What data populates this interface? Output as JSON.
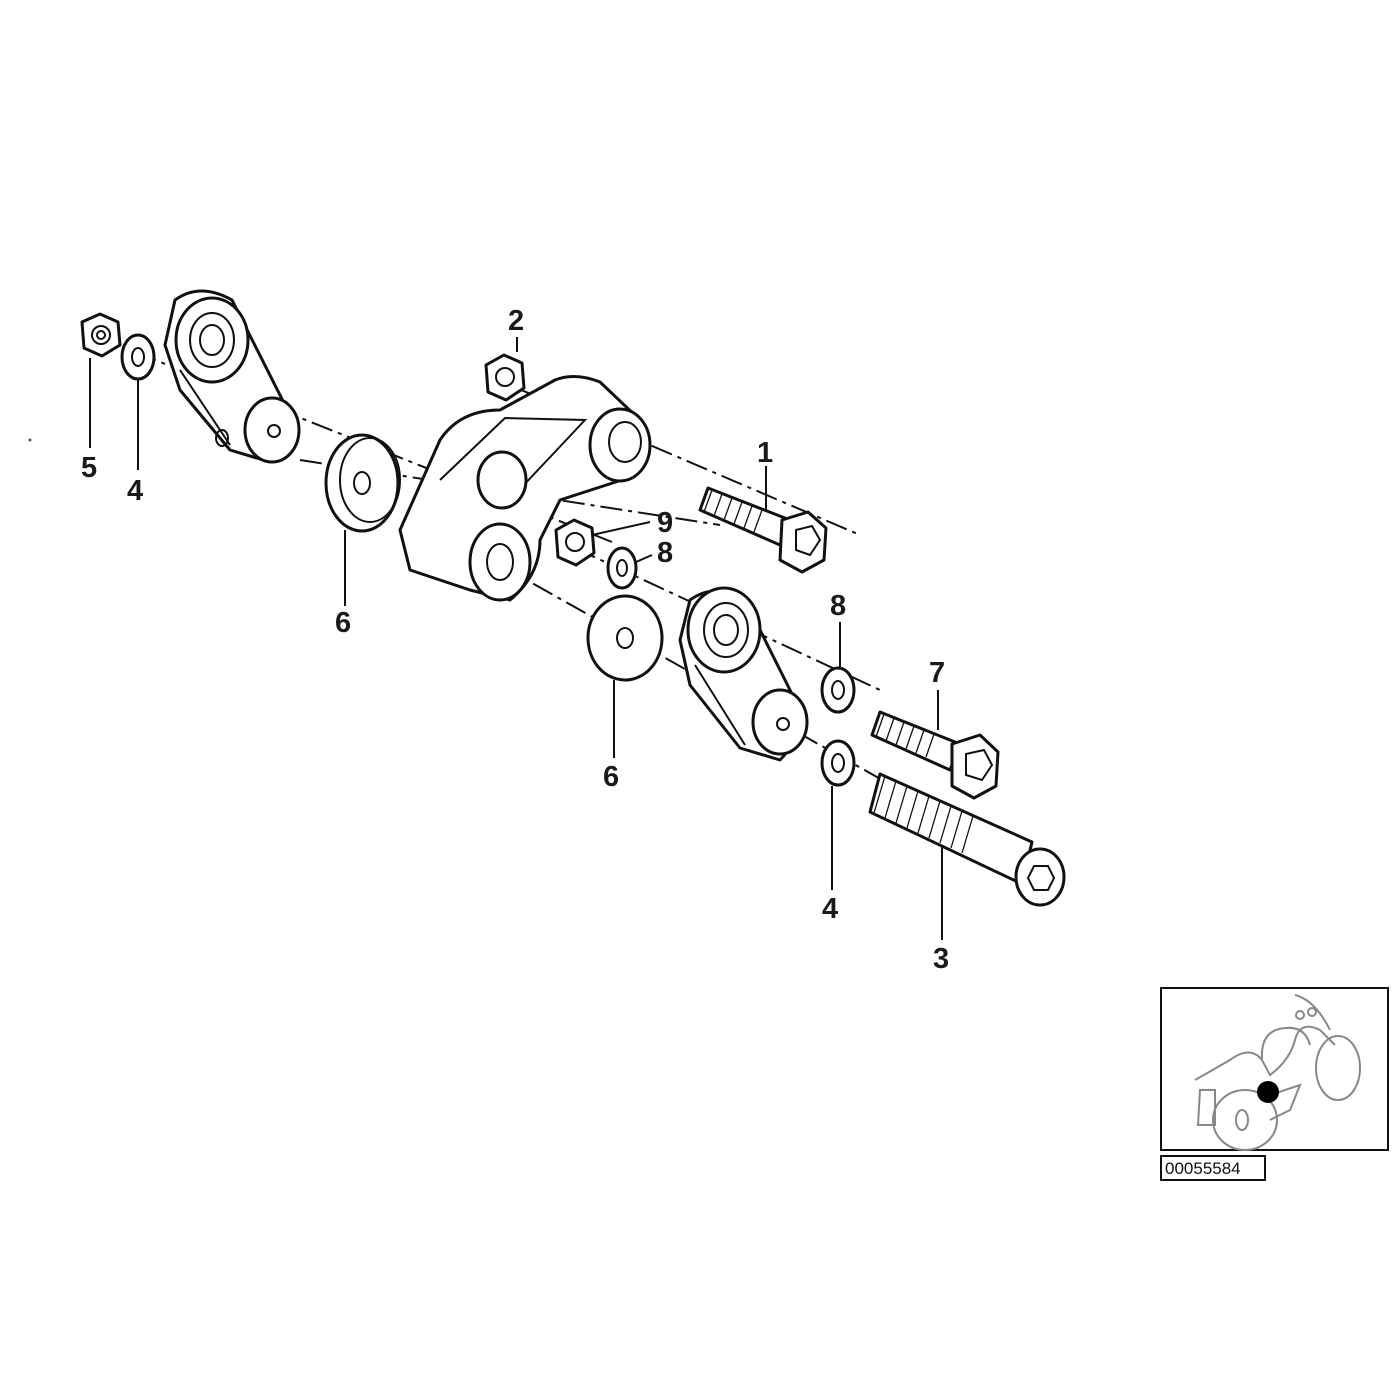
{
  "callouts": {
    "c1": "1",
    "c2": "2",
    "c3": "3",
    "c4a": "4",
    "c4b": "4",
    "c5": "5",
    "c6a": "6",
    "c6b": "6",
    "c7": "7",
    "c8a": "8",
    "c8b": "8",
    "c9": "9"
  },
  "diagram_code": "00055584",
  "locator": {
    "marker_color": "#000000"
  }
}
